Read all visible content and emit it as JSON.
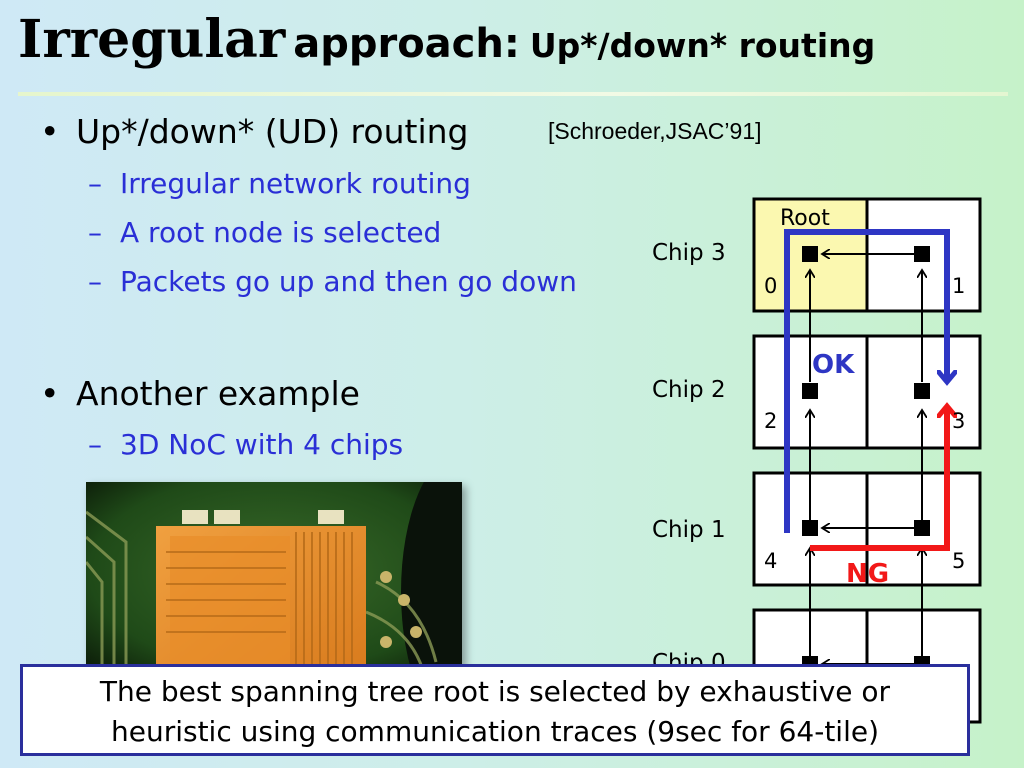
{
  "title": {
    "part1": "Irregular",
    "part2": "approach:",
    "part3": "Up*/down* routing"
  },
  "bullets": [
    {
      "dot": "•",
      "text": "Up*/down* (UD) routing",
      "citation": "[Schroeder,JSAC’91]",
      "subs": [
        "Irregular network routing",
        "A root node is selected",
        "Packets go up and then go down"
      ]
    },
    {
      "dot": "•",
      "text": "Another example",
      "subs": [
        "3D NoC with 4 chips"
      ]
    }
  ],
  "sub_dash": "–",
  "diagram": {
    "chips": [
      "Chip 3",
      "Chip 2",
      "Chip 1",
      "Chip 0"
    ],
    "root_label": "Root",
    "node_labels": [
      "0",
      "1",
      "2",
      "3",
      "4",
      "5"
    ],
    "ok_label": "OK",
    "ng_label": "NG",
    "colors": {
      "root_fill": "#fbf8b0",
      "ok": "#2e36c4",
      "ng": "#f21818"
    }
  },
  "caption": {
    "line1": "The best spanning tree root is selected by exhaustive or",
    "line2": "heuristic using communication traces (9sec for 64-tile)"
  }
}
